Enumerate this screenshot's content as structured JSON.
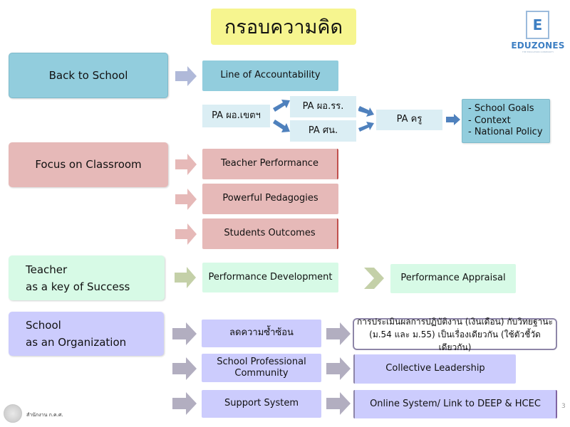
{
  "title": "กรอบความคิด",
  "logo": {
    "letter": "E",
    "name": "EDUZONES",
    "tagline": "THE EDUCATION COMMUNITY"
  },
  "footer": {
    "org": "สำนักงาน ก.ค.ศ.",
    "page_number": "3"
  },
  "colors": {
    "blue": "#92cddd",
    "light_blue": "#dbeef4",
    "red": "#e6b9b8",
    "green": "#d7fae6",
    "purple": "#ccccfd",
    "title_yellow": "#f6f58f",
    "arrow_blue": "#4f81bd",
    "arrow_gray_blue": "#b0b9d9",
    "arrow_pink": "#e6b9b8",
    "arrow_olive": "#c4d0a8",
    "arrow_gray": "#b2aec0"
  },
  "sections": {
    "back_to_school": {
      "label": "Back to School",
      "line_of_accountability": "Line of Accountability",
      "pa_area": "PA ผอ.เขตฯ",
      "pa_director": "PA ผอ.รร.",
      "pa_supervisor": "PA ศน.",
      "pa_teacher": "PA ครู",
      "goals": [
        "- School Goals",
        "- Context",
        "- National Policy"
      ]
    },
    "focus_on_classroom": {
      "label": "Focus on Classroom",
      "items": [
        "Teacher Performance",
        "Powerful Pedagogies",
        "Students Outcomes"
      ]
    },
    "teacher": {
      "label_line1": "Teacher",
      "label_line2": "as a key of Success",
      "development": "Performance Development",
      "appraisal": "Performance Appraisal"
    },
    "school_org": {
      "label_line1": "School",
      "label_line2": "as an Organization",
      "items": [
        "ลดความซ้ำซ้อน",
        "School Professional Community",
        "Support System"
      ],
      "outcomes_line1": "การประเมินผลการปฏิบัติงาน (เงินเดือน) กับวิทยฐานะ",
      "outcomes_line2": "(ม.54 และ ม.55) เป็นเรื่องเดียวกัน (ใช้ตัวชี้วัดเดียวกัน)",
      "collective": "Collective Leadership",
      "online": "Online System/ Link to DEEP & HCEC"
    }
  }
}
